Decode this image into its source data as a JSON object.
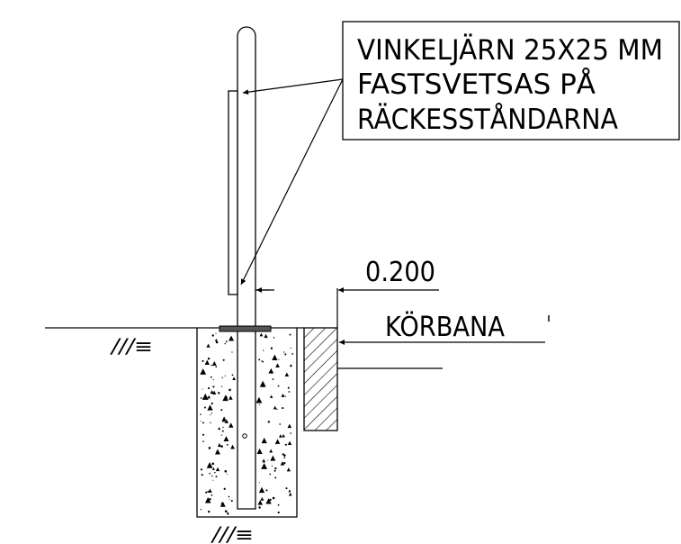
{
  "callout": {
    "line1": "VINKELJÄRN 25X25 MM",
    "line2": "FASTSVETSAS PÅ",
    "line3": "RÄCKESSTÅNDARNA"
  },
  "dimension": {
    "label": "0.200"
  },
  "road": {
    "label": "KÖRBANA"
  },
  "ground_symbol": {
    "upper": "///≡",
    "lower": "///≡"
  },
  "colors": {
    "line": "#000000",
    "background": "#ffffff"
  }
}
